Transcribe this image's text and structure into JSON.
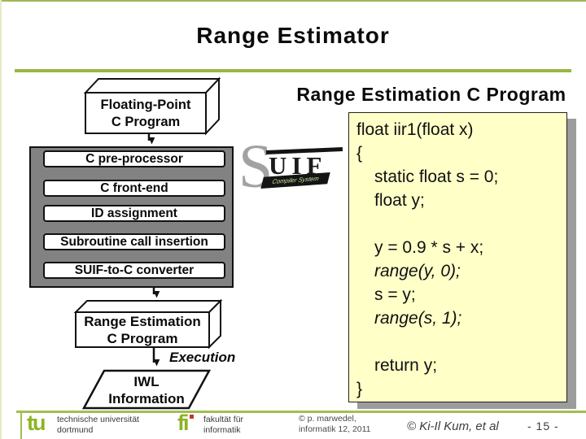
{
  "slide": {
    "title": "Range Estimator",
    "page_number": "- 15 -"
  },
  "flowchart": {
    "source_box": {
      "line1": "Floating-Point",
      "line2": "C Program"
    },
    "pipeline_steps": [
      "C pre-processor",
      "C front-end",
      "ID assignment",
      "Subroutine call insertion",
      "SUIF-to-C converter"
    ],
    "result_box": {
      "line1": "Range Estimation",
      "line2": "C Program"
    },
    "execution_label": "Execution",
    "output_box": {
      "line1": "IWL",
      "line2": "Information"
    }
  },
  "suif_logo": {
    "s": "S",
    "uif": "UIF",
    "banner": "Compiler System"
  },
  "code_panel": {
    "heading": "Range Estimation C Program",
    "lines": [
      "float iir1(float x)",
      "{",
      "static float s = 0;",
      "float y;",
      "",
      "y = 0.9 * s + x;",
      "range(y, 0);",
      "s = y;",
      "range(s, 1);",
      "",
      "return y;",
      "}"
    ]
  },
  "footer": {
    "tu_logo": "tu",
    "university_line1": "technische universität",
    "university_line2": "dortmund",
    "fi_logo": "fi",
    "faculty_line1": "fakultät für",
    "faculty_line2": "informatik",
    "copyright_line1": "© p. marwedel,",
    "copyright_line2": "informatik 12,  2011",
    "attribution": "© Ki-Il Kum, et al"
  },
  "colors": {
    "accent_green": "#97b73f",
    "pipeline_gray": "#828282",
    "code_background": "#ffffc8",
    "shadow_gray": "#9c9c9c",
    "logo_green": "#8cb422",
    "fi_dot_red": "#bf3a2a"
  }
}
